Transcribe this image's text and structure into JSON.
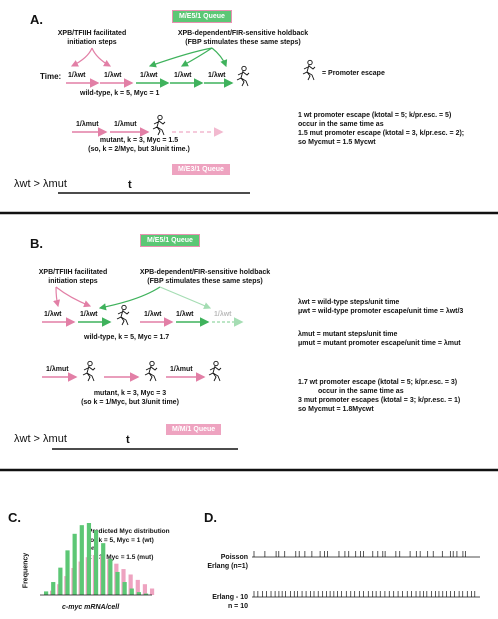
{
  "panelA": {
    "letter": "A.",
    "queue_top": "M/E5/1 Queue",
    "queue_bottom": "M/E3/1 Queue",
    "xpb_label_1": "XPB/TFIIH facilitated",
    "xpb_label_2": "initiation steps",
    "fir_label_1": "XPB-dependent/FIR-sensitive holdback",
    "fir_label_2": "(FBP stimulates these same steps)",
    "time_label": "Time:",
    "rate_wt": "1/λwt",
    "wt_caption": "wild-type, k = 5, Myc = 1",
    "rate_mut": "1/λmut",
    "mut_caption_1": "mutant, k = 3, Myc = 1.5",
    "mut_caption_2": "(so, k = 2/Myc, but 3/unit time.)",
    "ineq": "λwt > λmut",
    "t_label": "t",
    "legend_title": "= Promoter escape",
    "legend_l1": "1 wt promoter escape (ktotal = 5; k/pr.esc. = 5)",
    "legend_l2": "occur in the same time as",
    "legend_l3": "1.5 mut promoter escape (ktotal = 3, k/pr.esc. = 2);",
    "legend_l4": "so Mycmut = 1.5 Mycwt"
  },
  "panelB": {
    "letter": "B.",
    "queue_top": "M/E5/1 Queue",
    "queue_bottom": "M/M/1 Queue",
    "xpb_label_1": "XPB/TFIIH facilitated",
    "xpb_label_2": "initiation steps",
    "fir_label_1": "XPB-dependent/FIR-sensitive holdback",
    "fir_label_2": "(FBP stimulates these same steps)",
    "rate_wt": "1/λwt",
    "wt_caption": "wild-type, k = 5, Myc = 1.7",
    "rate_mut": "1/λmut",
    "mut_caption_1": "mutant, k = 3, Myc = 3",
    "mut_caption_2": "(so k = 1/Myc, but 3/unit time)",
    "ineq": "λwt > λmut",
    "t_label": "t",
    "def1": "λwt = wild-type steps/unit time",
    "def2": "μwt = wild-type promoter escape/unit time = λwt/3",
    "def3": "λmut = mutant steps/unit time",
    "def4": "μmut = mutant promoter escape/unit time = λmut",
    "sum1": "1.7 wt promoter escape (ktotal = 5; k/pr.esc. = 3)",
    "sum2": "occur in the same time as",
    "sum3": "3 mut promoter escapes (ktotal = 3; k/pr.esc. = 1)",
    "sum4": "so Mycmut = 1.8Mycwt"
  },
  "panelC": {
    "letter": "C.",
    "ylabel": "Frequency",
    "xlabel": "c-myc mRNA/cell",
    "note1": "Predicted Myc distribution",
    "note2": "for k = 5, Myc = 1 (wt)",
    "note3": "or",
    "note4": "k = 3, Myc = 1.5 (mut)",
    "green_color": "#5cc775",
    "pink_color": "#eea3c0",
    "green_values": [
      0.05,
      0.18,
      0.38,
      0.62,
      0.85,
      0.97,
      1.0,
      0.9,
      0.72,
      0.5,
      0.32,
      0.18,
      0.09,
      0.04,
      0.02
    ],
    "pink_values": [
      0.08,
      0.2,
      0.35,
      0.5,
      0.62,
      0.7,
      0.74,
      0.72,
      0.66,
      0.58,
      0.48,
      0.38,
      0.28,
      0.2,
      0.12
    ]
  },
  "panelD": {
    "letter": "D.",
    "label_poisson": "Poisson",
    "label_erlang1": "Erlang (n=1)",
    "label_erlang10": "Erlang - 10",
    "label_n10": "n = 10"
  }
}
